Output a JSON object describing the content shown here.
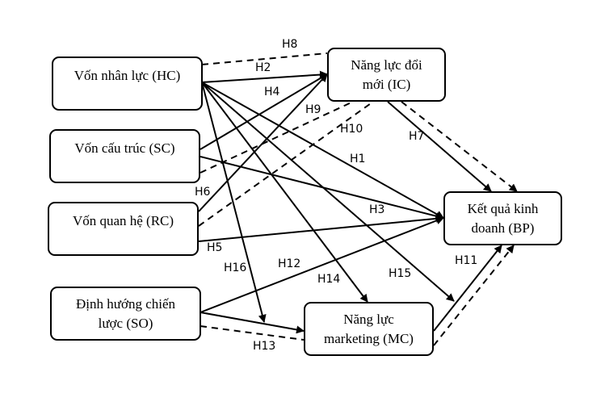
{
  "diagram": {
    "nodes": {
      "HC": {
        "label": "Vốn nhân lực (HC)"
      },
      "SC": {
        "label": "Vốn cấu trúc (SC)"
      },
      "RC": {
        "label": "Vốn quan hệ (RC)"
      },
      "SO": {
        "label": "Định hướng chiến lược (SO)"
      },
      "IC": {
        "label": "Năng lực đổi mới (IC)"
      },
      "MC": {
        "label": "Năng lực marketing (MC)"
      },
      "BP": {
        "label": "Kết quả kinh doanh (BP)"
      }
    },
    "edges": [
      {
        "id": "H1",
        "from": "HC",
        "to": "BP",
        "style": "solid",
        "label": "H1"
      },
      {
        "id": "H2",
        "from": "HC",
        "to": "IC",
        "style": "solid",
        "label": "H2"
      },
      {
        "id": "H3",
        "from": "SC",
        "to": "BP",
        "style": "solid",
        "label": "H3"
      },
      {
        "id": "H4",
        "from": "SC",
        "to": "IC",
        "style": "solid",
        "label": "H4"
      },
      {
        "id": "H5",
        "from": "RC",
        "to": "BP",
        "style": "solid",
        "label": "H5"
      },
      {
        "id": "H6",
        "from": "RC",
        "to": "IC",
        "style": "solid",
        "label": "H6"
      },
      {
        "id": "H7",
        "from": "IC",
        "to": "BP",
        "style": "solid",
        "label": "H7"
      },
      {
        "id": "H7m",
        "from": "IC",
        "to": "BP",
        "style": "dashed",
        "label": ""
      },
      {
        "id": "H8",
        "from": "HC",
        "to": "IC",
        "style": "dashed",
        "label": "H8"
      },
      {
        "id": "H9",
        "from": "SC",
        "to": "IC",
        "style": "dashed",
        "label": "H9"
      },
      {
        "id": "H10",
        "from": "RC",
        "to": "IC",
        "style": "dashed",
        "label": "H10"
      },
      {
        "id": "H11",
        "from": "MC",
        "to": "BP",
        "style": "solid",
        "label": "H11"
      },
      {
        "id": "H11m",
        "from": "MC",
        "to": "BP",
        "style": "dashed",
        "label": ""
      },
      {
        "id": "H12",
        "from": "SO",
        "to": "BP",
        "style": "solid",
        "label": "H12"
      },
      {
        "id": "H13",
        "from": "SO",
        "to": "MC",
        "style": "solid",
        "label": "H13"
      },
      {
        "id": "H13m",
        "from": "SO",
        "to": "MC",
        "style": "dashed",
        "label": ""
      },
      {
        "id": "H14",
        "from": "HC",
        "to": "MC",
        "style": "solid",
        "label": "H14"
      },
      {
        "id": "H15",
        "from": "HC",
        "to": "BP",
        "style": "solid",
        "label": "H15"
      },
      {
        "id": "H16",
        "from": "HC",
        "to": "MC",
        "style": "solid",
        "label": "H16"
      }
    ]
  }
}
